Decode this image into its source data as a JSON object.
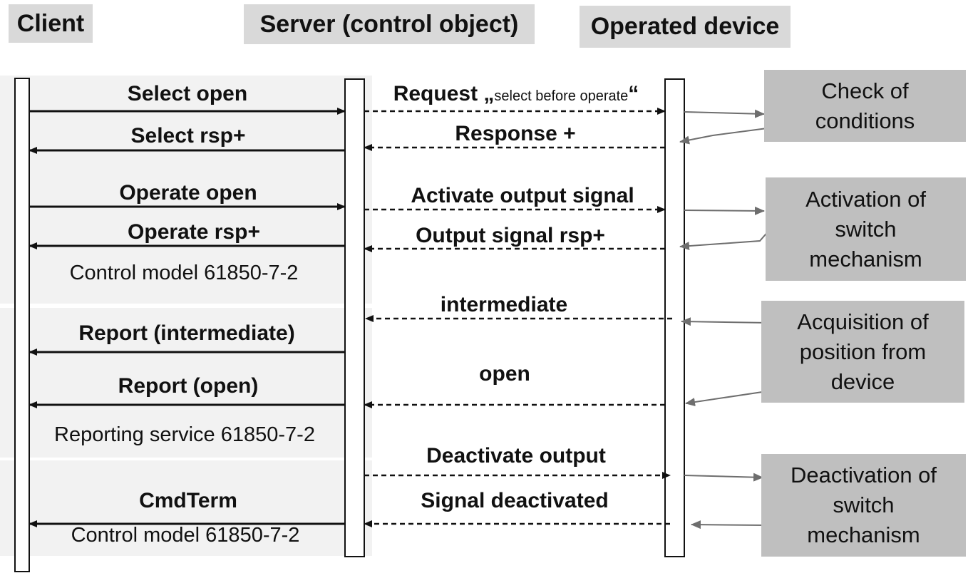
{
  "headers": {
    "client": "Client",
    "server": "Server  (control object)",
    "device": "Operated device"
  },
  "client_messages": {
    "select_open": "Select open",
    "select_rsp": "Select rsp+",
    "operate_open": "Operate open",
    "operate_rsp": "Operate rsp+",
    "control_model_1": "Control model  61850-7-2",
    "report_intermediate": "Report  (intermediate)",
    "report_open": "Report (open)",
    "reporting_service": "Reporting service 61850-7-2",
    "cmdterm": "CmdTerm",
    "control_model_2": "Control model  61850-7-2"
  },
  "device_messages": {
    "request_prefix": "Request „",
    "request_small": "select before operate",
    "request_suffix": "“",
    "response_plus": "Response +",
    "activate_output": "Activate output signal",
    "output_signal_rsp": "Output signal rsp+",
    "intermediate": "intermediate",
    "open": "open",
    "deactivate_output": "Deactivate output",
    "signal_deactivated": "Signal deactivated"
  },
  "notes": {
    "check_conditions": [
      "Check of",
      "conditions"
    ],
    "activation": [
      "Activation of",
      "switch",
      "mechanism"
    ],
    "acquisition": [
      "Acquisition of",
      "position from",
      "device"
    ],
    "deactivation": [
      "Deactivation of",
      "switch",
      "mechanism"
    ]
  },
  "colors": {
    "header_bg": "#d9d9d9",
    "note_bg": "#bfbfbf",
    "section_bg": "#f2f2f2",
    "arrow": "#111111",
    "connector": "#707070"
  }
}
